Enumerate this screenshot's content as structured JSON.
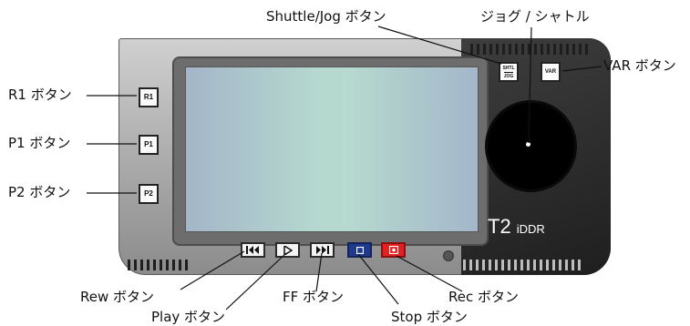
{
  "device": {
    "model": "T2",
    "model_suffix": "iDDR",
    "buttons": {
      "r1": "R1",
      "p1": "P1",
      "p2": "P2",
      "shuttle_jog_top": "SHTL",
      "shuttle_jog_bottom": "JOG",
      "var": "VAR"
    },
    "transport_icons": {
      "rew": "skip-back-icon",
      "play": "play-icon",
      "ff": "skip-forward-icon",
      "stop": "stop-icon",
      "rec": "record-icon"
    }
  },
  "callouts": {
    "shuttle_jog_button": "Shuttle/Jog ボタン",
    "jog_shuttle": "ジョグ / シャトル",
    "var_button": "VAR ボタン",
    "r1_button": "R1 ボタン",
    "p1_button": "P1 ボタン",
    "p2_button": "P2 ボタン",
    "rew_button": "Rew ボタン",
    "play_button": "Play ボタン",
    "ff_button": "FF ボタン",
    "stop_button": "Stop ボタン",
    "rec_button": "Rec ボタン"
  },
  "colors": {
    "stop_button": "#1f3a8a",
    "rec_button": "#e02222",
    "screen": "#b5d8cf",
    "body": "#b0b0b0",
    "dark_panel": "#2b2b2b"
  }
}
